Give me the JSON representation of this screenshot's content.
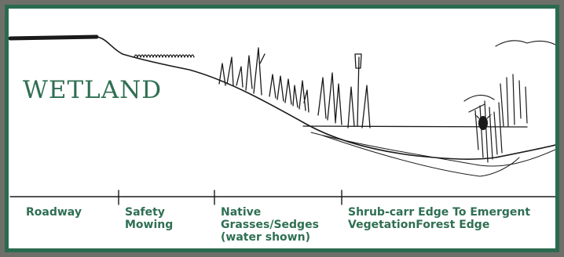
{
  "title": "WETLAND",
  "zones": [
    {
      "label": "Roadway"
    },
    {
      "label": "Safety\nMowing"
    },
    {
      "label": "Native\nGrasses/Sedges\n(water shown)"
    },
    {
      "label": "Shrub-carr Edge To Emergent\nVegetationForest Edge"
    }
  ],
  "colors": {
    "frame": "#2a6a4e",
    "text": "#2f6f52",
    "ink": "#1a1a1a",
    "background": "#ffffff",
    "outer": "#6e6f68"
  },
  "icons": [
    "wetland-cross-section-sketch",
    "bird-icon"
  ]
}
